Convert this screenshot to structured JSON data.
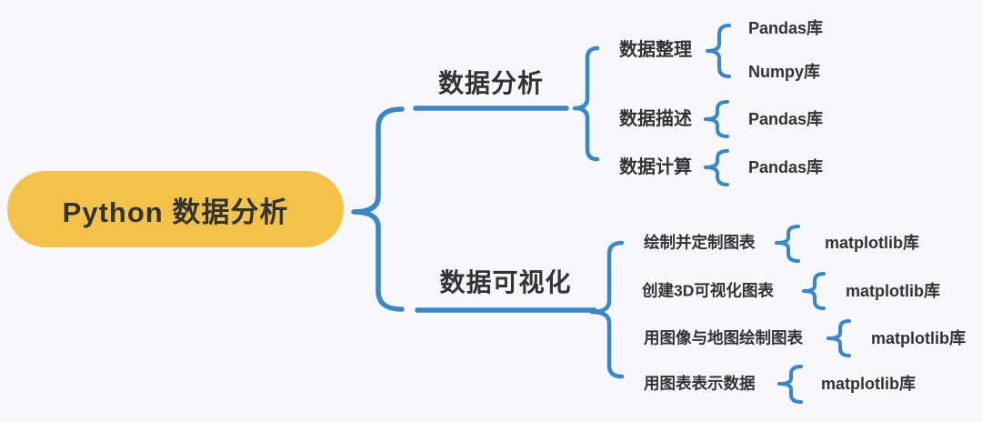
{
  "root": {
    "label": "Python 数据分析"
  },
  "branches": [
    {
      "label": "数据分析",
      "children": [
        {
          "label": "数据整理",
          "libs": [
            "Pandas库",
            "Numpy库"
          ]
        },
        {
          "label": "数据描述",
          "libs": [
            "Pandas库"
          ]
        },
        {
          "label": "数据计算",
          "libs": [
            "Pandas库"
          ]
        }
      ]
    },
    {
      "label": "数据可视化",
      "children": [
        {
          "label": "绘制并定制图表",
          "libs": [
            "matplotlib库"
          ]
        },
        {
          "label": "创建3D可视化图表",
          "libs": [
            "matplotlib库"
          ]
        },
        {
          "label": "用图像与地图绘制图表",
          "libs": [
            "matplotlib库"
          ]
        },
        {
          "label": "用图表表示数据",
          "libs": [
            "matplotlib库"
          ]
        }
      ]
    }
  ],
  "colors": {
    "accent_blue": "#3787CB",
    "root_fill": "#F5C249",
    "text": "#333333",
    "background": "#F8F8FC"
  }
}
